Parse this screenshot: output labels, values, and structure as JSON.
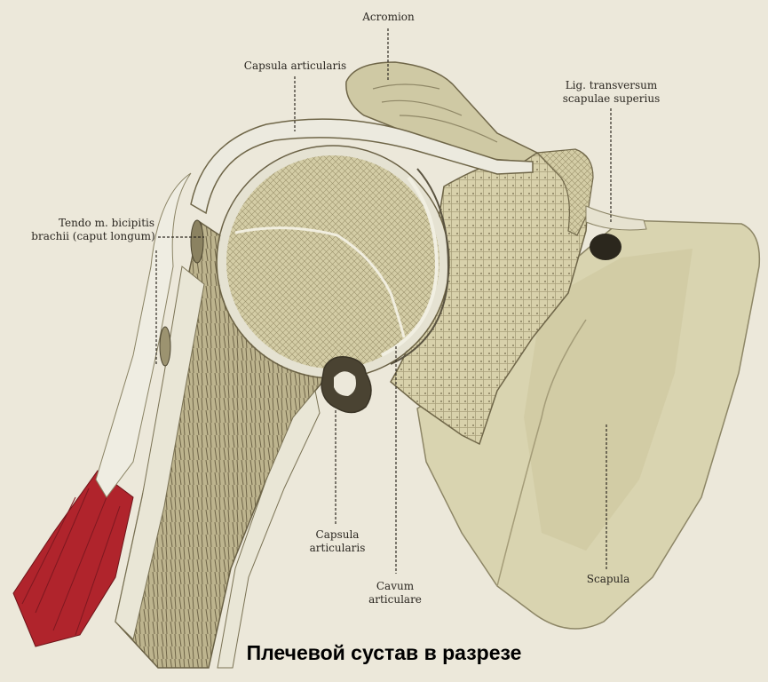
{
  "labels": {
    "acromion": "Acromion",
    "capsula_top": "Capsula articularis",
    "lig_line1": "Lig. transversum",
    "lig_line2": "scapulae superius",
    "tendo_line1": "Tendo m. bicipitis",
    "tendo_line2": "brachii (caput longum)",
    "capsula_bottom_line1": "Capsula",
    "capsula_bottom_line2": "articularis",
    "cavum_line1": "Cavum",
    "cavum_line2": "articulare",
    "scapula": "Scapula"
  },
  "caption": "Плечевой сустав в разрезе",
  "colors": {
    "background": "#ece8da",
    "bone": "#d9d3ad",
    "bone_dark": "#b8b08a",
    "cortex": "#f1efe2",
    "muscle": "#b0242c",
    "cartilage": "#e8e6dc"
  }
}
